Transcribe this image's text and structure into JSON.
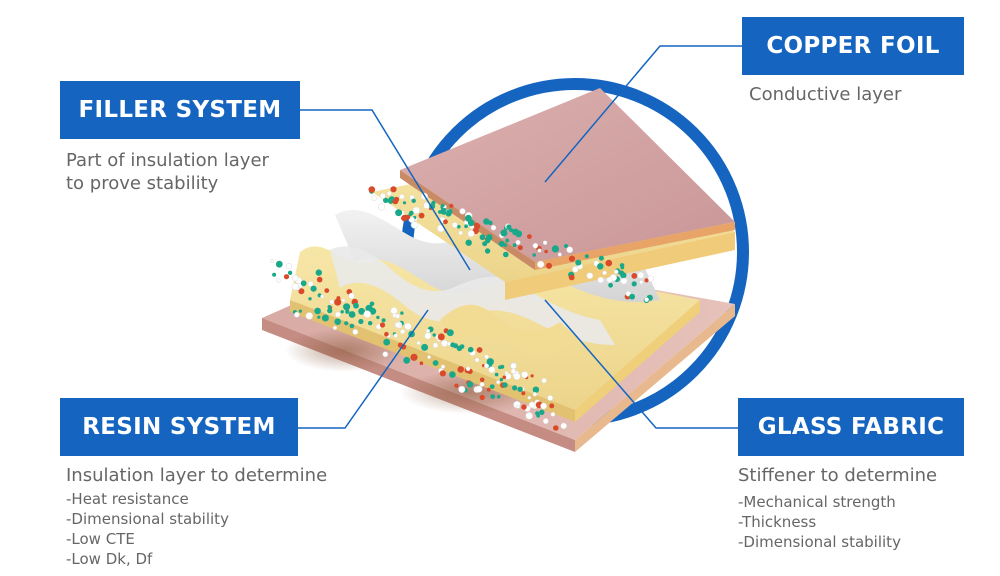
{
  "callouts": {
    "copper_foil": {
      "title": "COPPER FOIL",
      "description": [
        "Conductive layer"
      ],
      "items": []
    },
    "filler_system": {
      "title": "FILLER SYSTEM",
      "description": [
        "Part of insulation layer",
        "to prove stability"
      ],
      "items": []
    },
    "resin_system": {
      "title": "RESIN SYSTEM",
      "description": [
        "Insulation layer to determine"
      ],
      "items": [
        "-Heat resistance",
        "-Dimensional stability",
        "-Low CTE",
        "-Low Dk, Df"
      ]
    },
    "glass_fabric": {
      "title": "GLASS FABRIC",
      "description": [
        "Stiffener to determine"
      ],
      "items": [
        "-Mechanical strength",
        "-Thickness",
        "-Dimensional stability"
      ]
    }
  },
  "colors": {
    "label_background": "#1565c0",
    "leader_line": "#1565c0",
    "text_gray": "#666666",
    "copper_top": "#d7a8a8",
    "copper_edge": "#e0a06a",
    "resin_yellow": "#f4e3a0",
    "glass_white": "#e4e4e4",
    "filler_teal": "#1aa88a",
    "filler_red": "#d84a2a"
  }
}
